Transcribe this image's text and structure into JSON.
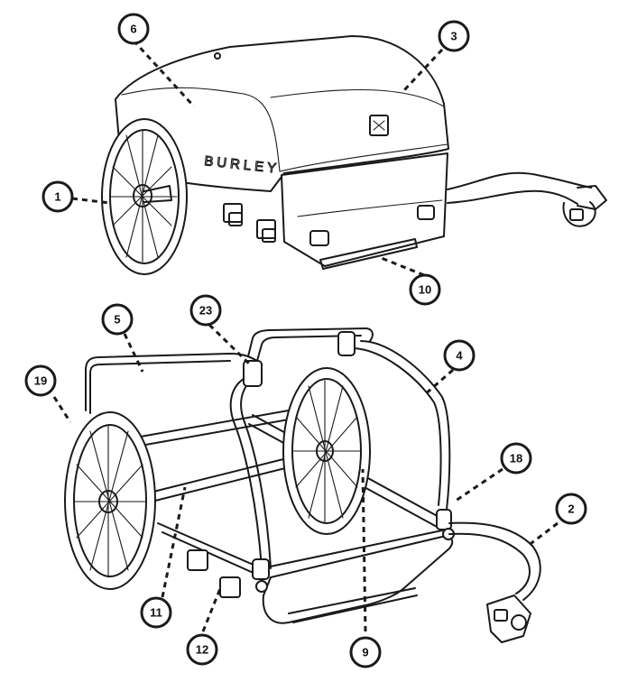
{
  "brand_text": "BURLEY",
  "callouts": [
    {
      "id": "c1",
      "label": "1"
    },
    {
      "id": "c2",
      "label": "2"
    },
    {
      "id": "c3",
      "label": "3"
    },
    {
      "id": "c4",
      "label": "4"
    },
    {
      "id": "c5",
      "label": "5"
    },
    {
      "id": "c6",
      "label": "6"
    },
    {
      "id": "c9",
      "label": "9"
    },
    {
      "id": "c10",
      "label": "10"
    },
    {
      "id": "c11",
      "label": "11"
    },
    {
      "id": "c12",
      "label": "12"
    },
    {
      "id": "c18",
      "label": "18"
    },
    {
      "id": "c19",
      "label": "19"
    },
    {
      "id": "c23",
      "label": "23"
    }
  ]
}
